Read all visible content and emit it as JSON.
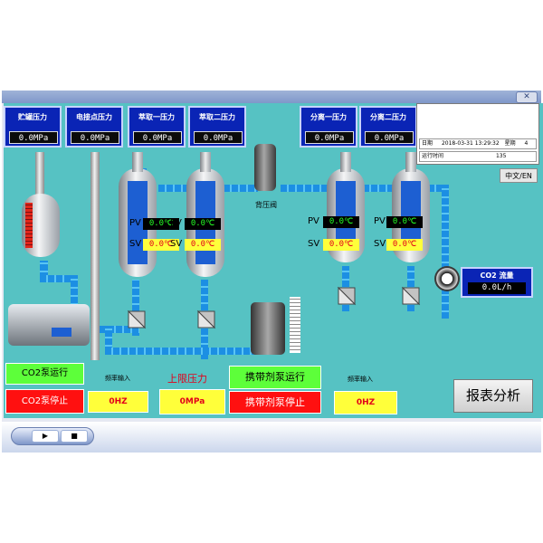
{
  "window": {
    "close_icon": "x-icon"
  },
  "gauges": [
    {
      "title": "贮罐压力",
      "value": "0.0MPa"
    },
    {
      "title": "电接点压力",
      "value": "0.0MPa"
    },
    {
      "title": "萃取一压力",
      "value": "0.0MPa"
    },
    {
      "title": "萃取二压力",
      "value": "0.0MPa"
    },
    {
      "title": "分离一压力",
      "value": "0.0MPa"
    },
    {
      "title": "分离二压力",
      "value": "0.0MPa"
    }
  ],
  "info": {
    "date_label": "日期",
    "date_value": "2018-03-31 13:29:32",
    "week_label": "星期",
    "week_value": "4",
    "runtime_label": "运行时间",
    "runtime_value": "135",
    "lang_button": "中文/EN"
  },
  "back_valve_label": "背压阀",
  "vessels": [
    {
      "pv_label": "PV",
      "pv": "0.0℃",
      "sv_label": "SV",
      "sv": "0.0℃"
    },
    {
      "pv_label": "PV",
      "pv": "0.0℃",
      "sv_label": "SV",
      "sv": "0.0℃"
    },
    {
      "pv_label": "PV",
      "pv": "0.0℃",
      "sv_label": "SV",
      "sv": "0.0℃"
    },
    {
      "pv_label": "PV",
      "pv": "0.0℃",
      "sv_label": "SV",
      "sv": "0.0℃"
    }
  ],
  "flow": {
    "title": "CO2 流量",
    "value": "0.0L/h"
  },
  "controls": {
    "co2_run": "CO2泵运行",
    "co2_stop": "CO2泵停止",
    "freq_input_label_1": "频率输入",
    "freq_value_1": "0HZ",
    "upper_pressure_label": "上限压力",
    "upper_pressure_value": "0MPa",
    "entrainer_run": "携带剂泵运行",
    "entrainer_stop": "携带剂泵停止",
    "freq_input_label_2": "频率输入",
    "freq_value_2": "0HZ",
    "report_button": "报表分析"
  },
  "player": {
    "play_icon": "play-icon",
    "stop_icon": "stop-icon"
  },
  "colors": {
    "hmi_bg": "#56c2c3",
    "panel_blue": "#0a24b5",
    "pipe_blue": "#1c8fe3",
    "run_green": "#5dff3a",
    "stop_red": "#ff1010",
    "value_yellow": "#ffff3a"
  }
}
